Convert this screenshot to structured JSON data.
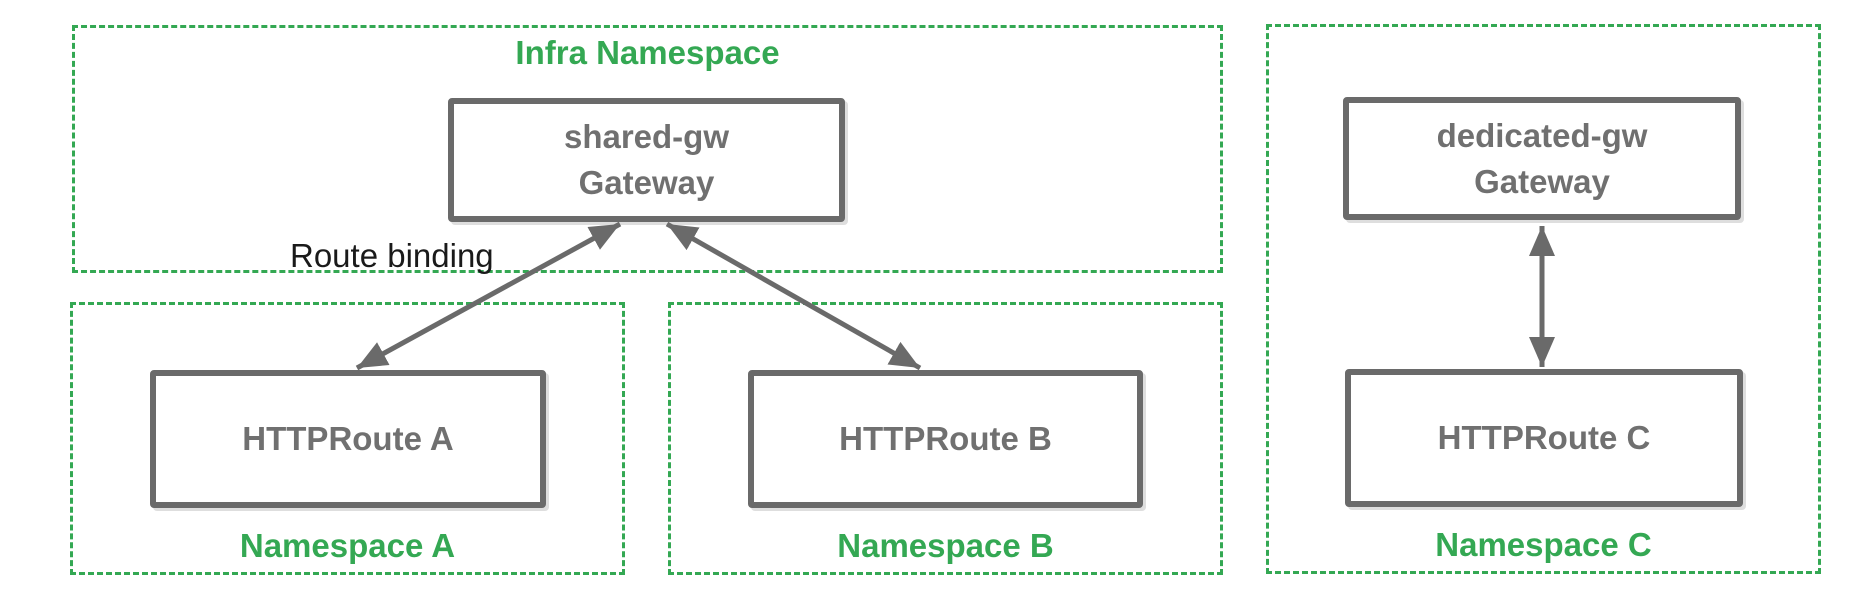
{
  "diagram": {
    "infra_namespace": {
      "label": "Infra Namespace",
      "gateway": {
        "name": "shared-gw",
        "kind": "Gateway"
      }
    },
    "route_binding_label": "Route binding",
    "namespace_a": {
      "label": "Namespace A",
      "httproute": "HTTPRoute A"
    },
    "namespace_b": {
      "label": "Namespace B",
      "httproute": "HTTPRoute B"
    },
    "namespace_c": {
      "label": "Namespace C",
      "gateway": {
        "name": "dedicated-gw",
        "kind": "Gateway"
      },
      "httproute": "HTTPRoute C"
    },
    "colors": {
      "namespace_green": "#34A853",
      "box_border_gray": "#6a6a6a",
      "box_text_gray": "#707070",
      "edge_label_black": "#1a1a1a"
    }
  }
}
